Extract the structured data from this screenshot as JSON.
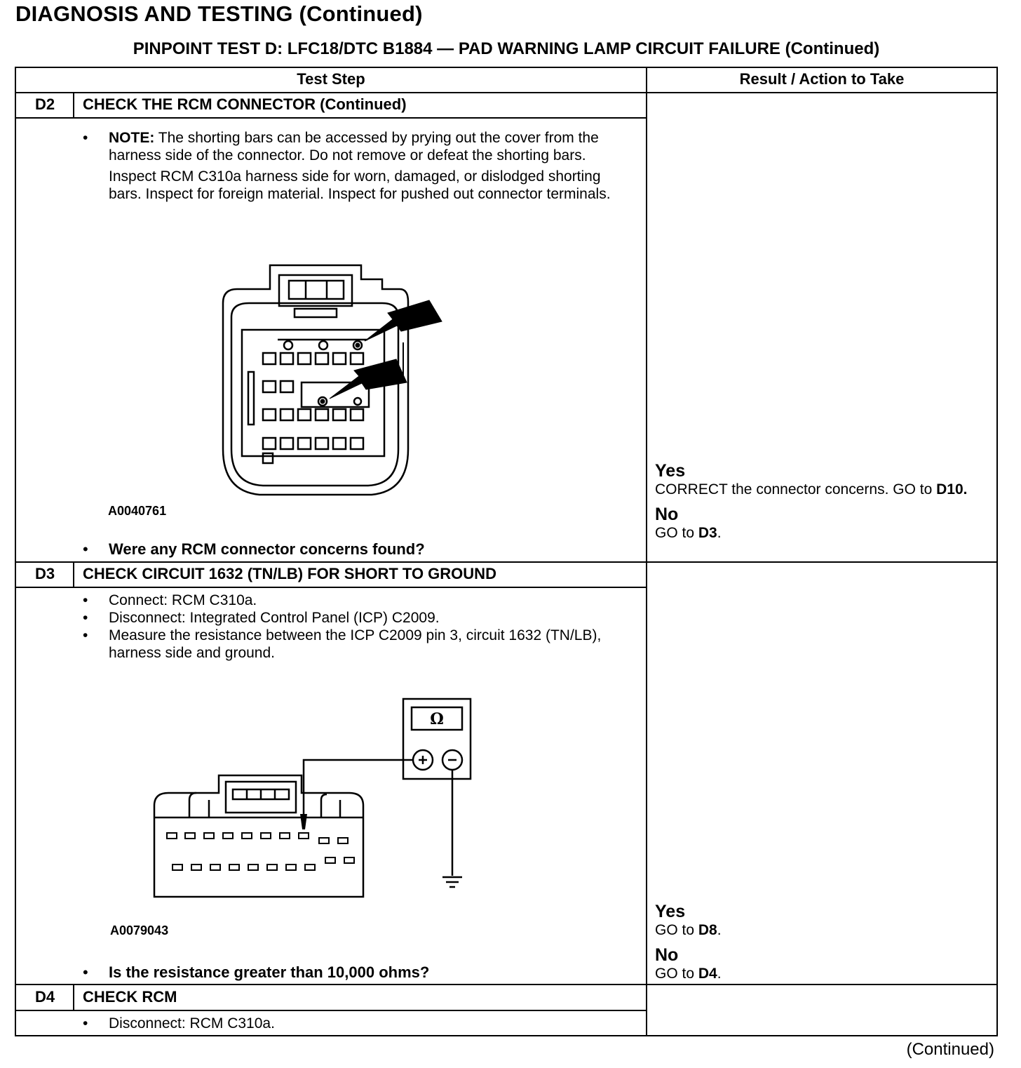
{
  "page": {
    "title": "DIAGNOSIS AND TESTING (Continued)",
    "subtitle": "PINPOINT TEST D: LFC18/DTC B1884 — PAD WARNING LAMP CIRCUIT FAILURE (Continued)",
    "continued": "(Continued)"
  },
  "table": {
    "headers": {
      "test_step": "Test Step",
      "result": "Result / Action to Take"
    },
    "steps": [
      {
        "id": "D2",
        "heading": "CHECK THE RCM CONNECTOR (Continued)",
        "note_label": "NOTE:",
        "note_text": " The shorting bars can be accessed by prying out the cover from the harness side of the connector. Do not remove or defeat the shorting bars.",
        "inspect_text": "Inspect RCM C310a harness side for worn, damaged, or dislodged shorting bars. Inspect for foreign material. Inspect for pushed out connector terminals.",
        "figure_id": "A0040761",
        "question": "Were any RCM connector concerns found?",
        "yes_label": "Yes",
        "yes_text": "CORRECT the connector concerns. GO to ",
        "yes_target": "D10",
        "yes_end": ".",
        "no_label": "No",
        "no_text": "GO to ",
        "no_target": "D3",
        "no_end": "."
      },
      {
        "id": "D3",
        "heading": "CHECK CIRCUIT 1632 (TN/LB) FOR SHORT TO GROUND",
        "bullets": [
          "Connect: RCM C310a.",
          "Disconnect: Integrated Control Panel (ICP) C2009.",
          "Measure the resistance between the ICP C2009 pin 3, circuit 1632 (TN/LB), harness side and ground."
        ],
        "meter_symbol": "Ω",
        "figure_id": "A0079043",
        "question": "Is the resistance greater than 10,000 ohms?",
        "yes_label": "Yes",
        "yes_text": "GO to ",
        "yes_target": "D8",
        "yes_end": ".",
        "no_label": "No",
        "no_text": "GO to ",
        "no_target": "D4",
        "no_end": "."
      },
      {
        "id": "D4",
        "heading": "CHECK RCM",
        "bullets": [
          "Disconnect: RCM C310a."
        ]
      }
    ]
  },
  "bullet_char": "•"
}
